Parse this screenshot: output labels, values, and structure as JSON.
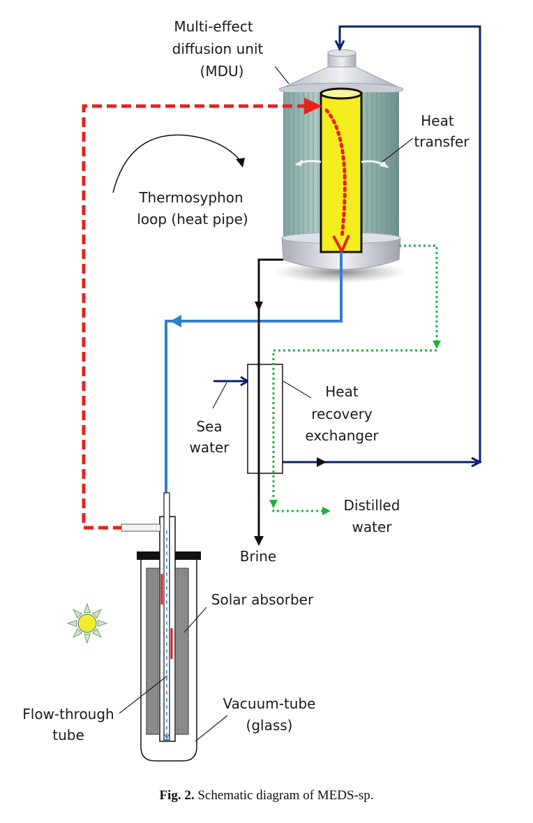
{
  "labels": {
    "mdu": [
      "Multi-effect",
      "diffusion unit",
      "(MDU)"
    ],
    "heat_transfer": [
      "Heat",
      "transfer"
    ],
    "thermosyphon": [
      "Thermosyphon",
      "loop (heat pipe)"
    ],
    "heat_recovery": [
      "Heat",
      "recovery",
      "exchanger"
    ],
    "sea_water": [
      "Sea",
      "water"
    ],
    "distilled_water": [
      "Distilled",
      "water"
    ],
    "brine": "Brine",
    "solar_absorber": "Solar absorber",
    "flow_through": [
      "Flow-through",
      "tube"
    ],
    "vacuum_tube": [
      "Vacuum-tube",
      "(glass)"
    ]
  },
  "caption": {
    "prefix": "Fig. 2.",
    "text": " Schematic diagram of MEDS-sp."
  },
  "colors": {
    "heat_loop": "#e8211b",
    "hot_water": "#2f7fcf",
    "sea_water_line": "#0a1f6e",
    "distillate": "#19b23b",
    "brine_line": "#111111",
    "heat_pipe_core": "#f5ee1f",
    "shell": "#8fb5b0",
    "absorber": "#8a8a8a",
    "sun": "#f2ec2a"
  },
  "icons": [
    "sun-icon"
  ]
}
